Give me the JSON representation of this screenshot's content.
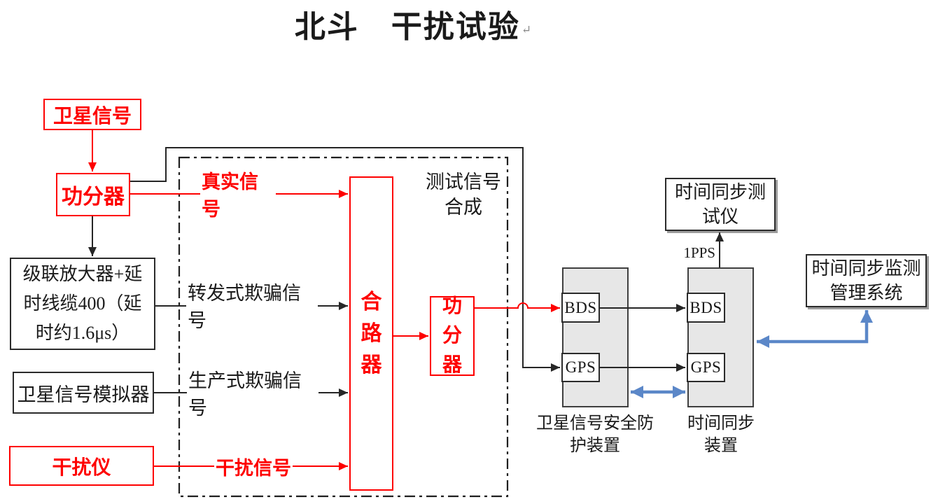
{
  "title": {
    "text": "北斗　干扰试验",
    "paragraph_mark": "↵"
  },
  "boxes": {
    "satellite_signal": "卫星信号",
    "power_divider_1": "功分器",
    "amplifier_delay": "级联放大器+延\n时线缆400（延\n时约1.6μs）",
    "signal_simulator": "卫星信号模拟器",
    "jammer": "干扰仪",
    "combiner": "合路器",
    "power_divider_2": "功分器",
    "test_signal_group": "测试信号\n合成",
    "protection_device": {
      "bds": "BDS",
      "gps": "GPS",
      "caption": "卫星信号安全防\n护装置"
    },
    "time_sync_device": {
      "bds": "BDS",
      "gps": "GPS",
      "caption": "时间同步\n装置"
    },
    "time_sync_tester": "时间同步测\n试仪",
    "monitor_system": "时间同步监测\n管理系统"
  },
  "edge_labels": {
    "real_signal": "真实信号",
    "repeater_spoof_signal": "转发式欺骗信号",
    "generated_spoof_signal": "生产式欺骗信号",
    "jam_signal": "干扰信号",
    "pps": "1PPS"
  },
  "colors": {
    "red": "#fe0000",
    "ink": "#262626",
    "blue": "#5b87c8",
    "gray_fill": "#e7e7e7"
  }
}
